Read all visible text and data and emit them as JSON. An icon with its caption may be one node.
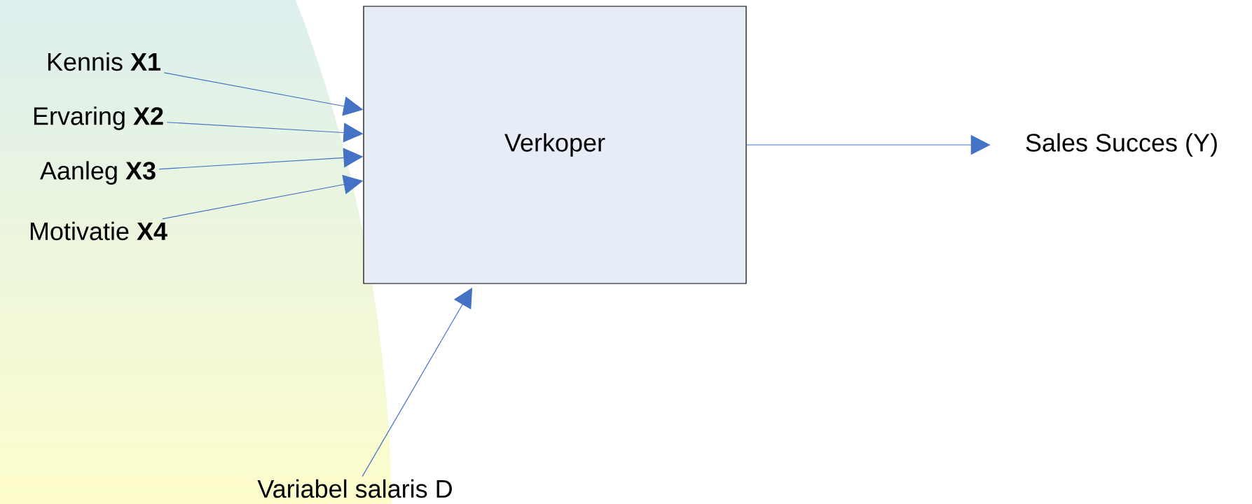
{
  "diagram": {
    "nodes": [
      {
        "text": [
          "Kennis **X1**"
        ]
      },
      {
        "text": [
          "Ervaring  **X2**"
        ]
      },
      {
        "text": [
          "Aanleg  **X3**"
        ]
      },
      {
        "text": [
          "Motivatie  **X4**"
        ]
      },
      {
        "text": [
          "Verkoper"
        ]
      },
      {
        "text": [
          "Sales Succes (Y)"
        ]
      },
      {
        "text": [
          "Variabel salaris D"
        ]
      }
    ],
    "edges": [
      {
        "from": 0,
        "to": 4,
        "arrow": "to"
      },
      {
        "from": 1,
        "to": 4,
        "arrow": "to"
      },
      {
        "from": 2,
        "to": 4,
        "arrow": "to"
      },
      {
        "from": 3,
        "to": 4,
        "arrow": "to"
      },
      {
        "from": 4,
        "to": 5,
        "arrow": "to"
      },
      {
        "from": 6,
        "to": 4,
        "arrow": "to"
      }
    ]
  }
}
